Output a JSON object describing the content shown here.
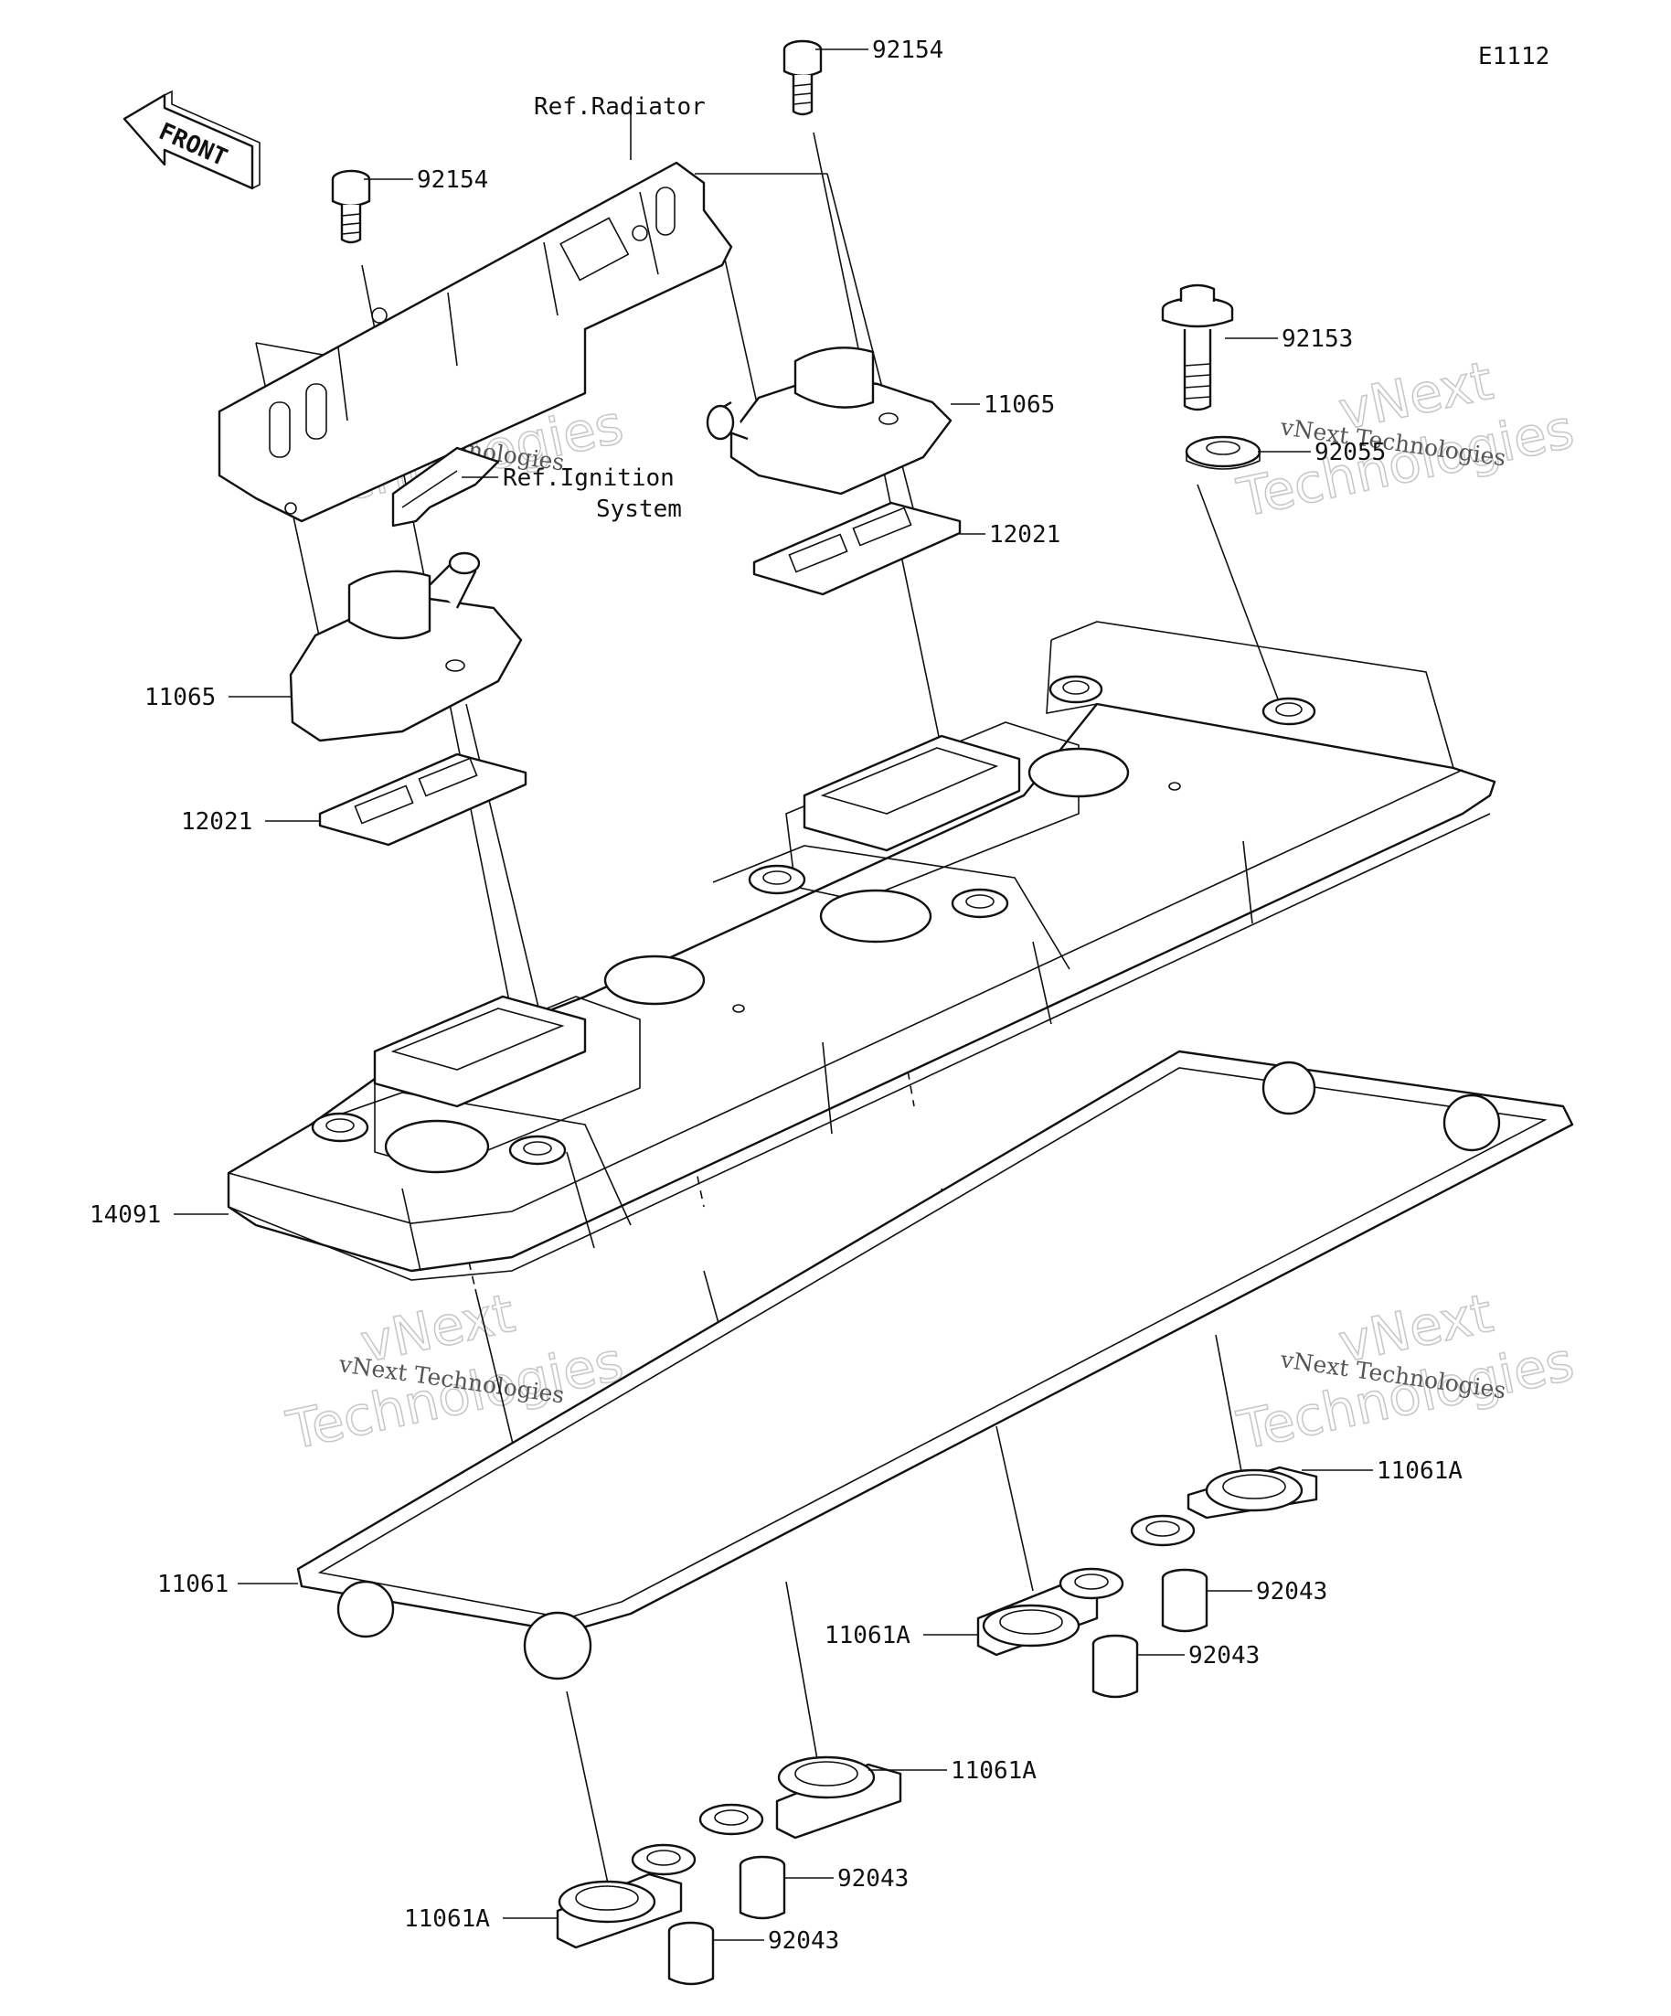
{
  "diagram": {
    "code": "E1112",
    "front_arrow": "FRONT",
    "references": {
      "radiator": "Ref.Radiator",
      "ignition_line1": "Ref.Ignition",
      "ignition_line2": "System"
    },
    "callouts": [
      "92154",
      "92154",
      "92153",
      "92055",
      "11065",
      "11065",
      "12021",
      "12021",
      "14091",
      "11061",
      "11061A",
      "11061A",
      "11061A",
      "11061A",
      "92043",
      "92043",
      "92043",
      "92043"
    ],
    "watermark": {
      "line1": "vNext",
      "line2": "Technologies",
      "caption": "vNext Technologies"
    }
  }
}
